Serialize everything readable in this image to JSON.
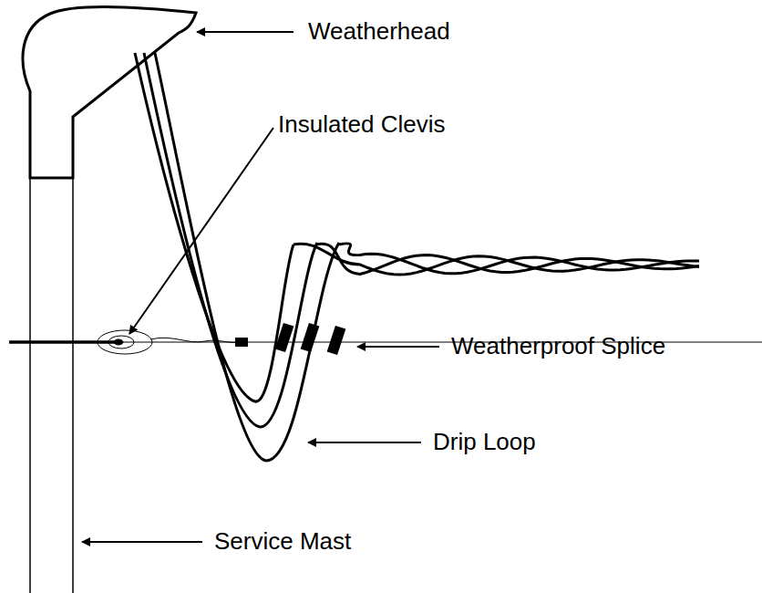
{
  "diagram": {
    "labels": [
      "Weatherhead",
      "Insulated Clevis",
      "Weatherproof Splice",
      "Drip Loop",
      "Service Mast"
    ]
  }
}
